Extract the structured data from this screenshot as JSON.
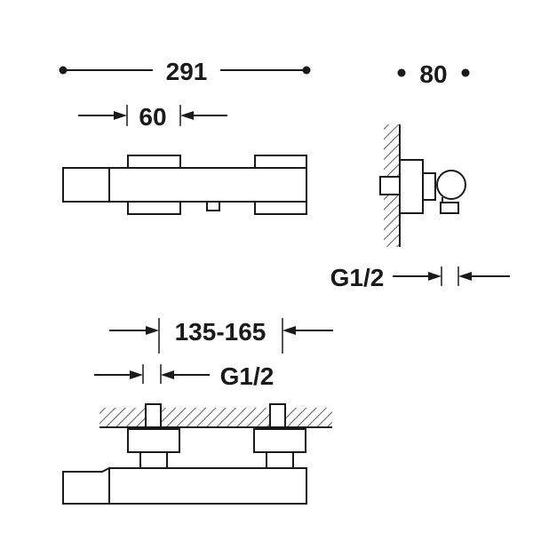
{
  "dimensions": {
    "overall_length": "291",
    "inlet_width": "60",
    "depth": "80",
    "side_thread": "G1/2",
    "centres": "135-165",
    "bottom_thread": "G1/2"
  },
  "colors": {
    "line": "#1a1a1a",
    "background": "#ffffff"
  }
}
